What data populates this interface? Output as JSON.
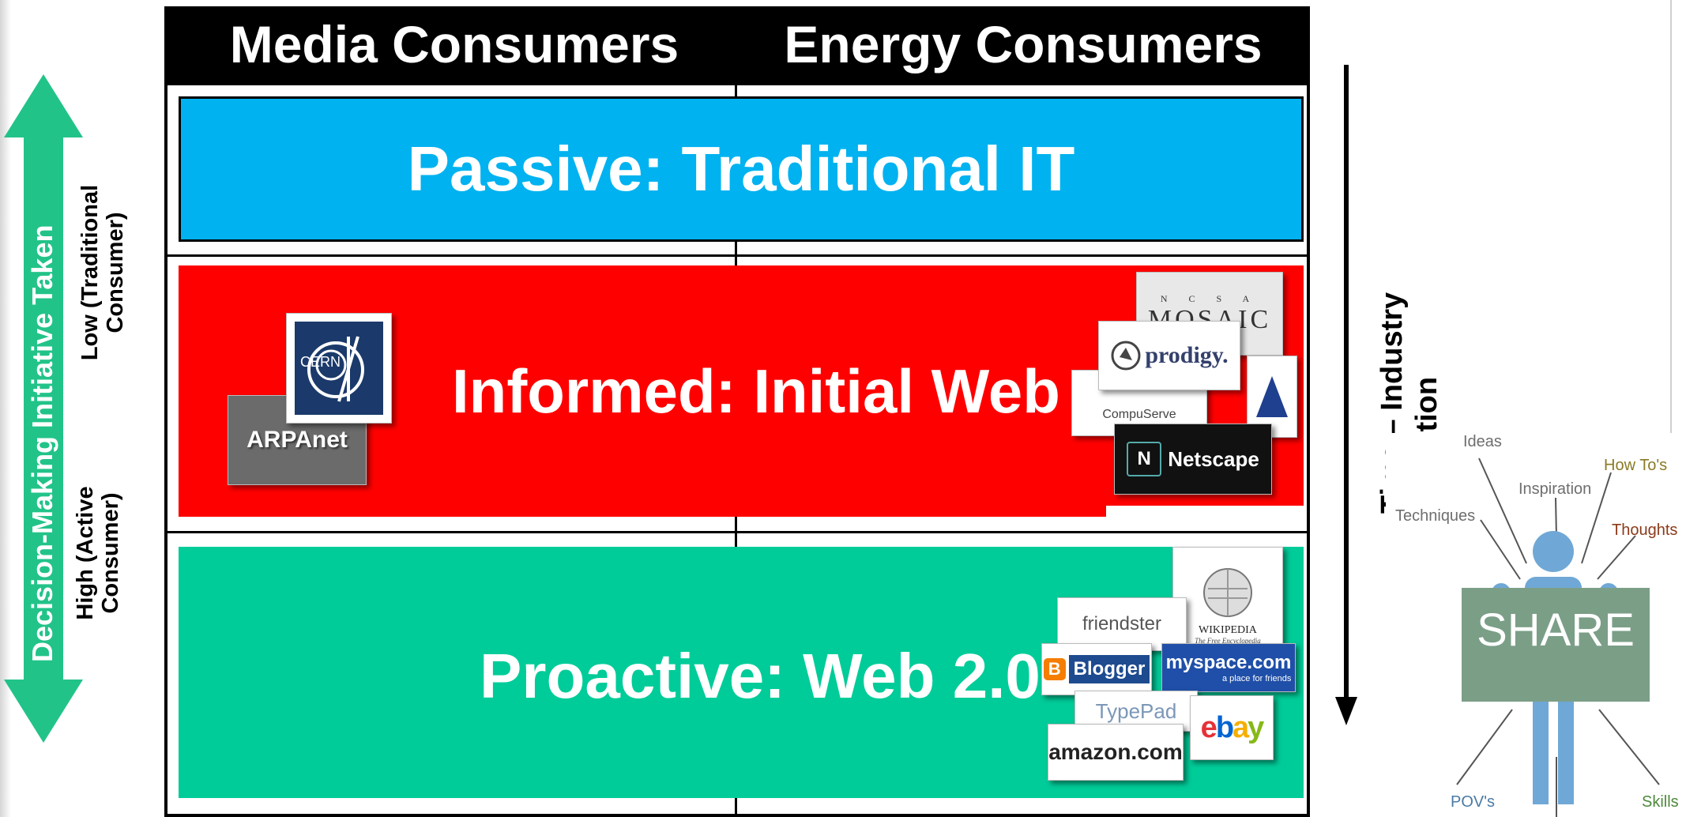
{
  "header": {
    "left_column": "Media Consumers",
    "right_column": "Energy Consumers"
  },
  "bands": {
    "passive": "Passive: Traditional IT",
    "informed": "Informed: Initial Web",
    "proactive": "Proactive: Web 2.0"
  },
  "axis_left": {
    "label": "Decision-Making Initiative Taken",
    "low": "Low (Traditional Consumer)",
    "high": "High (Active Consumer)",
    "color": "#22c389"
  },
  "axis_right": {
    "label": "Time – Industry Evolution"
  },
  "colors": {
    "passive": "#00b2f0",
    "informed": "#ff0000",
    "proactive": "#00cc99"
  },
  "logos": {
    "cern": "CERN",
    "arpanet": "ARPAnet",
    "mosaic_top": "N C S A",
    "mosaic": "MOSAIC",
    "prodigy": "prodigy.",
    "compuserve": "CompuServe",
    "netscape": "Netscape",
    "wikipedia": "WIKIPEDIA",
    "wikipedia_sub": "The Free Encyclopedia",
    "friendster": "friendster",
    "blogger": "Blogger",
    "myspace": "myspace.com",
    "myspace_sub": "a place for friends",
    "typepad": "TypePad",
    "ebay": "ebay",
    "amazon": "amazon.com"
  },
  "share": {
    "sign": "SHARE",
    "ideas": "Ideas",
    "how_tos": "How To's",
    "inspiration": "Inspiration",
    "techniques": "Techniques",
    "thoughts": "Thoughts",
    "povs": "POV's",
    "skills": "Skills"
  }
}
